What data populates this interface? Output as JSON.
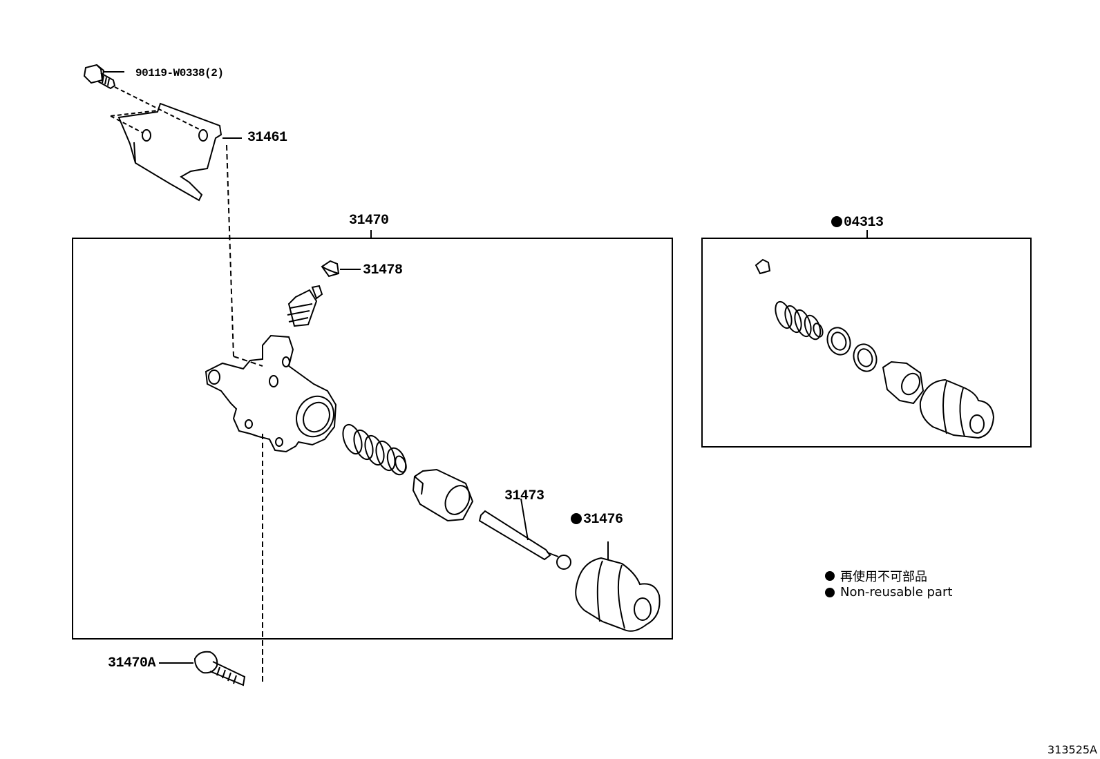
{
  "callouts": {
    "bolt_top": "90119-W0338(2)",
    "bracket": "31461",
    "cylinder_assy": "31470",
    "bleeder_cap": "31478",
    "push_rod": "31473",
    "boot": "31476",
    "bolt_bottom": "31470A",
    "repair_kit": "04313"
  },
  "non_reusable": [
    "31476",
    "04313"
  ],
  "legend": {
    "japanese": "再使用不可部品",
    "english": "Non-reusable part"
  },
  "diagram_code": "313525A"
}
